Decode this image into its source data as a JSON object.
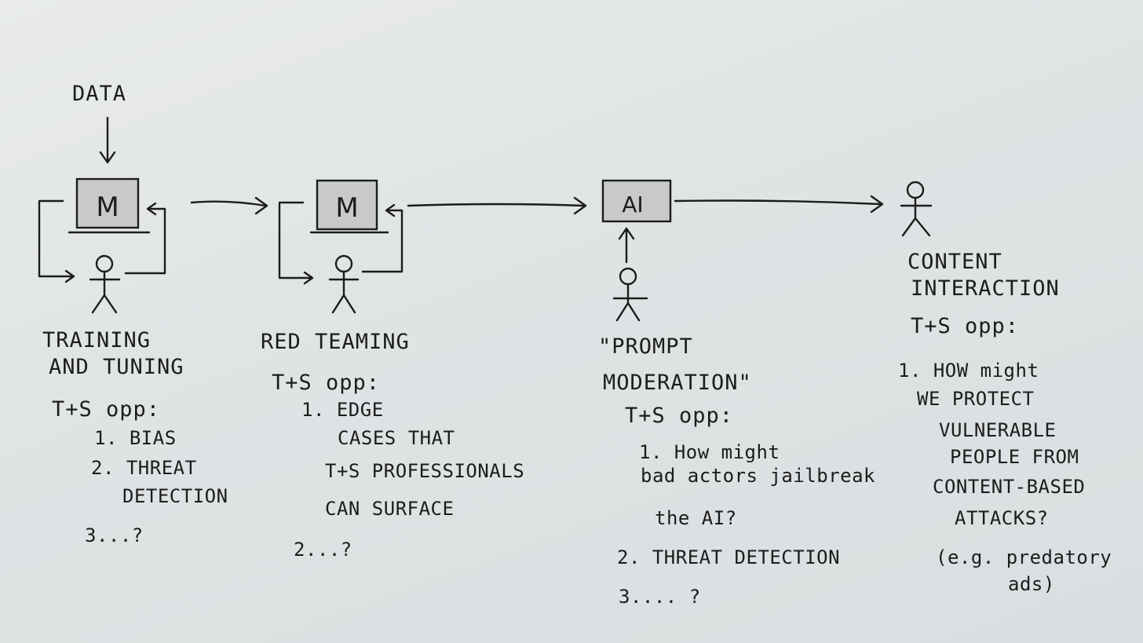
{
  "stages": [
    {
      "id": "training",
      "input_label": "DATA",
      "box_label": "M",
      "title_lines": [
        "TRAINING",
        "AND TUNING"
      ],
      "opp_label": "T+S opp:",
      "items": [
        "1. BIAS",
        "2. THREAT",
        "DETECTION",
        "3...?"
      ]
    },
    {
      "id": "redteaming",
      "box_label": "M",
      "title_lines": [
        "RED TEAMING"
      ],
      "opp_label": "T+S opp:",
      "items": [
        "1. EDGE",
        "CASES THAT",
        "T+S PROFESSIONALS",
        "CAN SURFACE",
        "2...?"
      ]
    },
    {
      "id": "prompt",
      "box_label": "AI",
      "title_lines": [
        "\"PROMPT",
        "MODERATION\""
      ],
      "opp_label": "T+S opp:",
      "items": [
        "1. How might",
        "bad actors jailbreak",
        "the AI?",
        "2. THREAT DETECTION",
        "3.... ?"
      ]
    },
    {
      "id": "content",
      "title_lines": [
        "CONTENT",
        "INTERACTION"
      ],
      "opp_label": "T+S opp:",
      "items": [
        "1. HOW might",
        "WE PROTECT",
        "VULNERABLE",
        "PEOPLE FROM",
        "CONTENT-BASED",
        "ATTACKS?",
        "(e.g. predatory",
        "ads)"
      ]
    }
  ]
}
